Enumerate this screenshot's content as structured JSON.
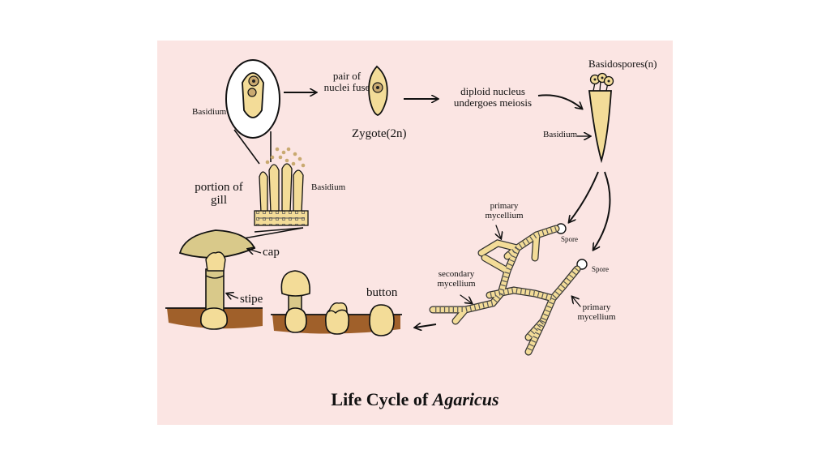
{
  "diagram": {
    "title_prefix": "Life Cycle of ",
    "title_genus": "Agaricus",
    "labels": {
      "basidium_top": "Basidium",
      "pair_of_nuclei_fuse": "pair of nuclei fuse",
      "zygote": "Zygote(2n)",
      "diploid_nucleus_meiosis": "diploid nucleus undergoes meiosis",
      "basidospores": "Basidospores(n)",
      "basidium_right": "Basidium",
      "portion_of_gill": "portion of gill",
      "basidium_gill": "Basidium",
      "cap": "cap",
      "stipe": "stipe",
      "button": "button",
      "primary_mycellium_top": "primary mycellium",
      "spore_1": "Spore",
      "spore_2": "Spore",
      "secondary_mycellium": "secondary mycellium",
      "primary_mycellium_bottom": "primary mycellium"
    },
    "colors": {
      "background": "#fbe5e3",
      "cell_fill": "#f3dc98",
      "stipe_fill": "#d9c98a",
      "soil": "#a0602a",
      "outline": "#111111"
    }
  }
}
